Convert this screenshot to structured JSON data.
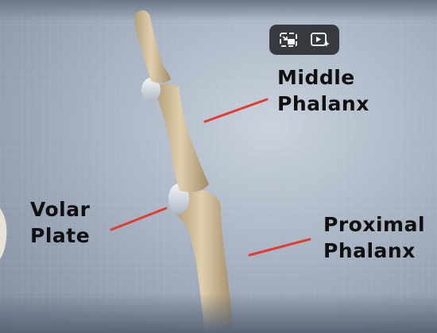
{
  "labels": {
    "middle_phalanx": [
      "Middle",
      "Phalanx"
    ],
    "volar_plate": [
      "Volar",
      "Plate"
    ],
    "proximal_phalanx": [
      "Proximal",
      "Phalanx"
    ]
  },
  "toolbar": {
    "buttons": [
      {
        "icon": "picture-in-picture-icon"
      },
      {
        "icon": "video-sparkle-icon"
      }
    ]
  },
  "colors": {
    "pointer_line": "#e23b30",
    "bone": "#d6c29e",
    "cartilage": "#dde3ea"
  }
}
